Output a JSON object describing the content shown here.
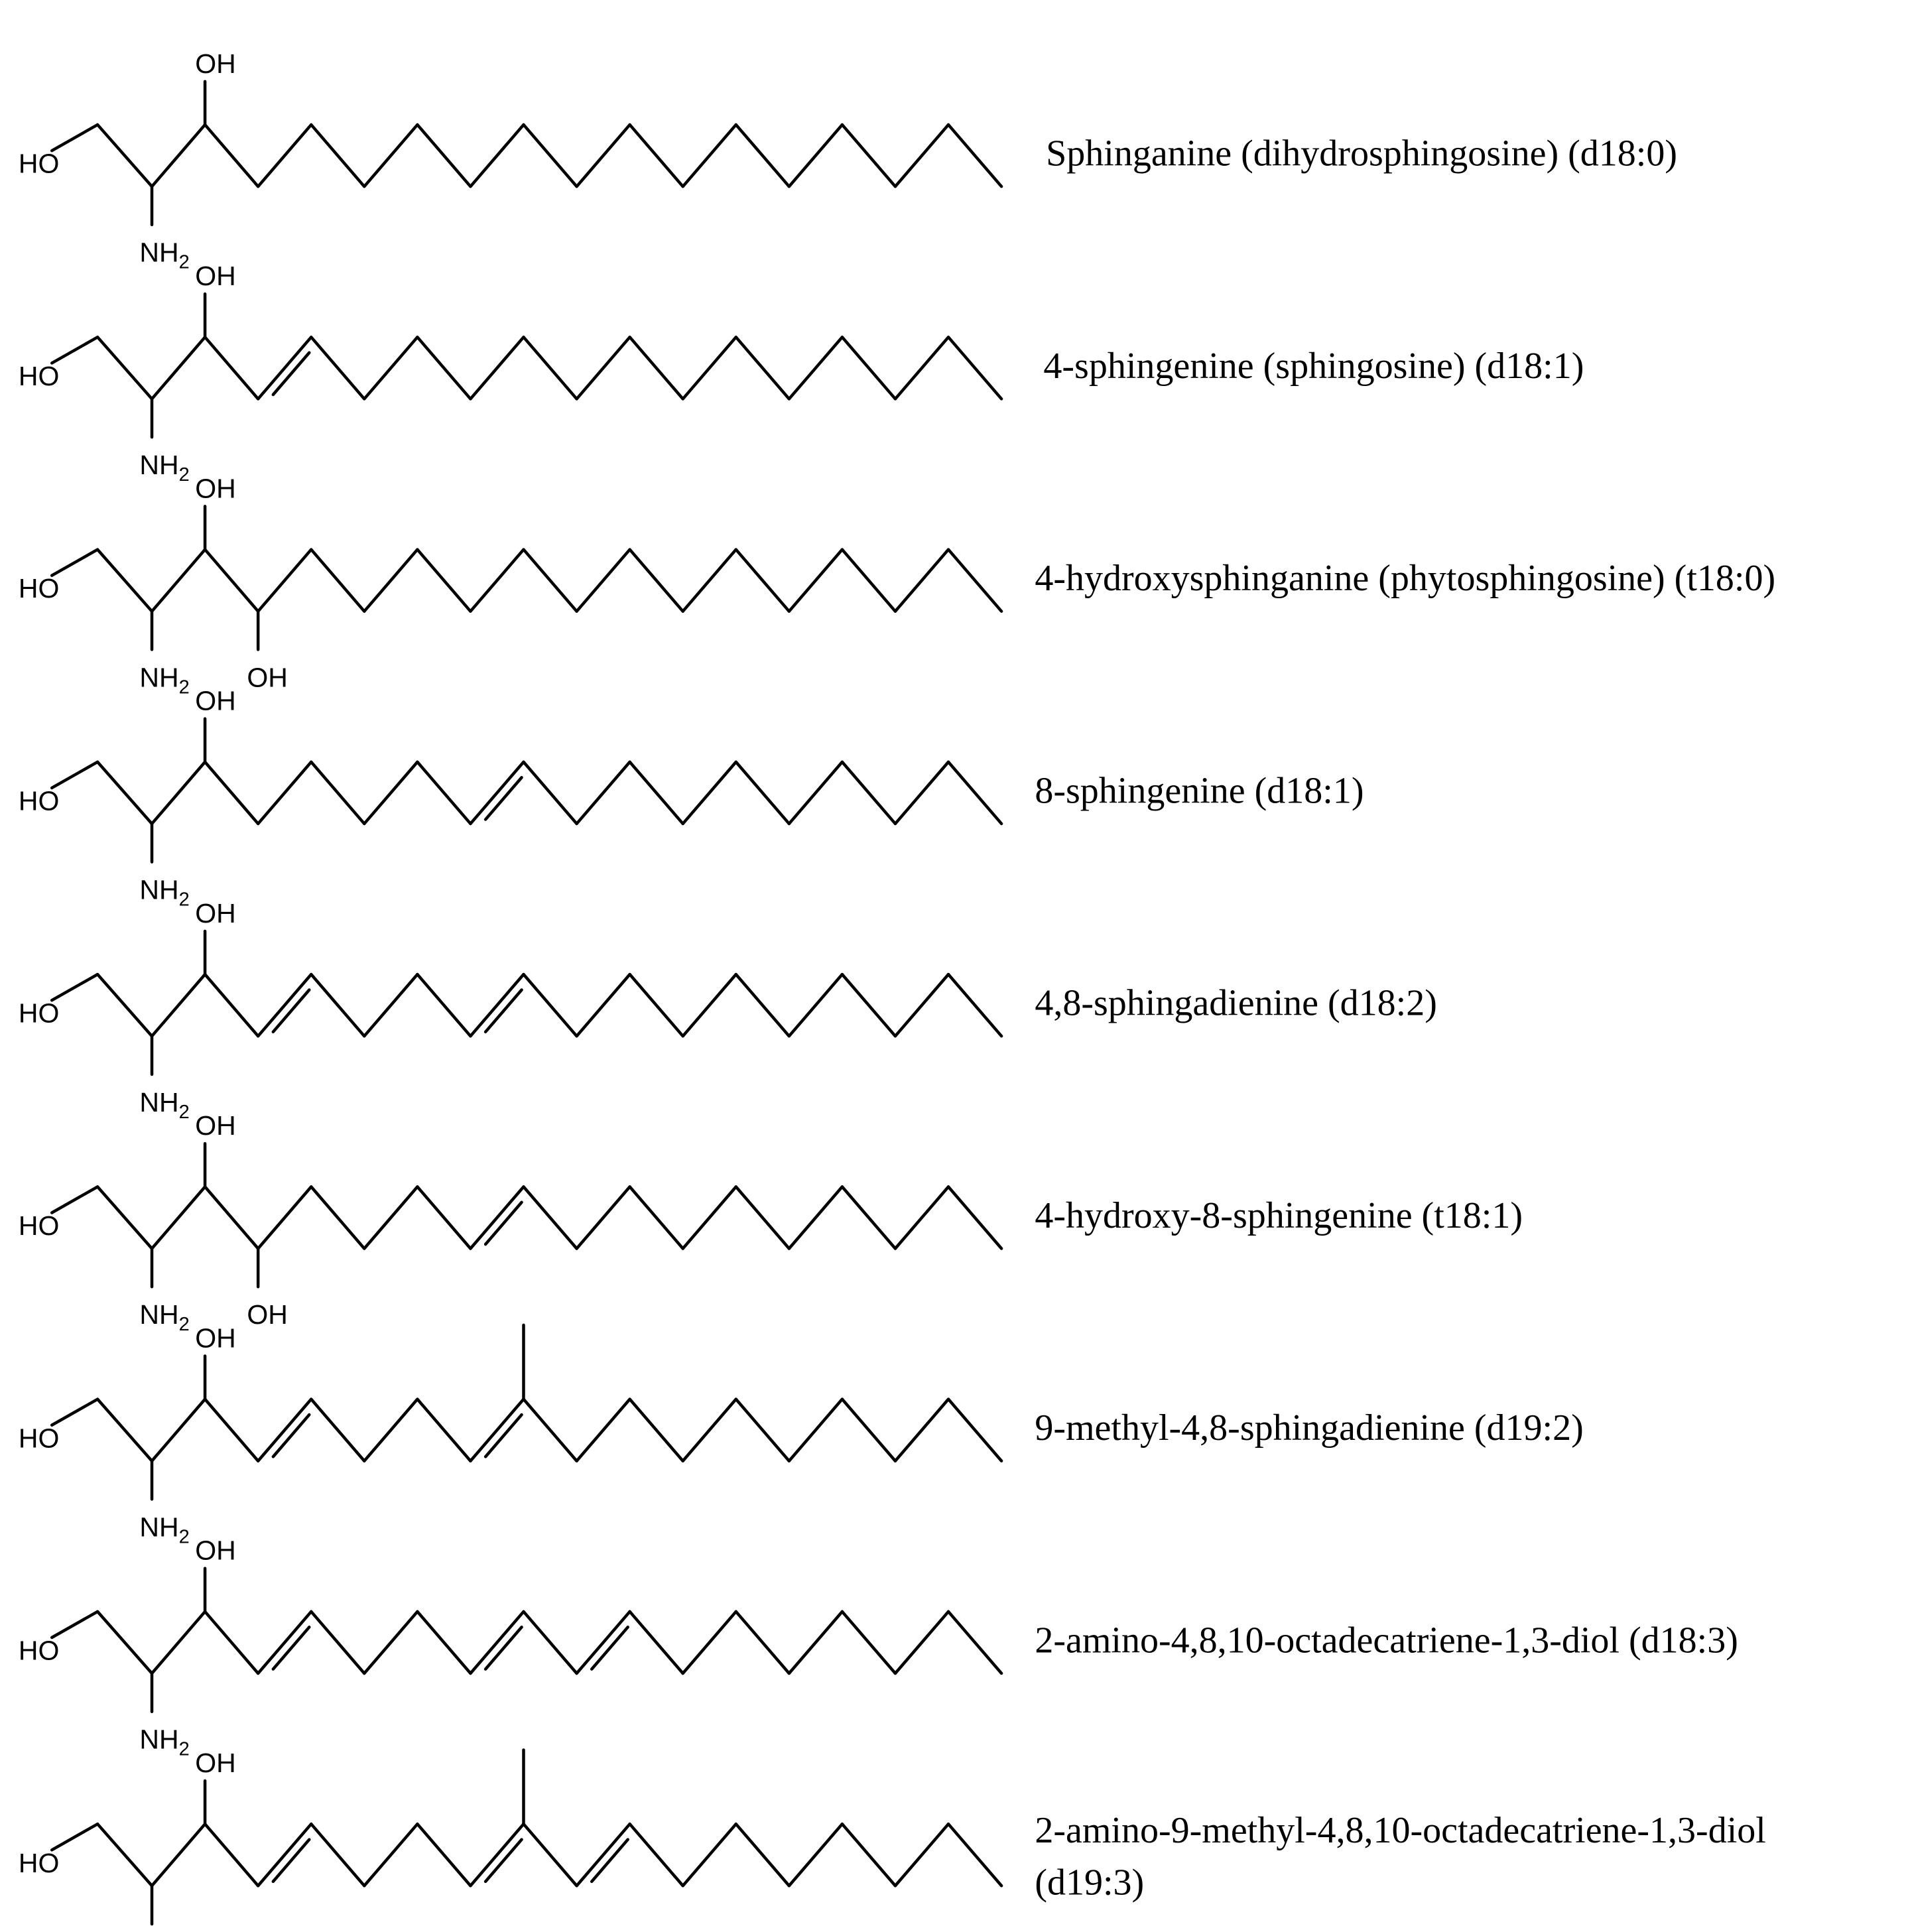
{
  "molecules": [
    {
      "name": "Sphinganine (dihydrosphingosine) (d18:0)",
      "chain_double_bonds": [],
      "chain_methyl_branches": [],
      "extra_hydroxyl_c4": false
    },
    {
      "name": "4-sphingenine (sphingosine) (d18:1)",
      "chain_double_bonds": [
        4
      ],
      "chain_methyl_branches": [],
      "extra_hydroxyl_c4": false
    },
    {
      "name": "4-hydroxysphinganine (phytosphingosine) (t18:0)",
      "chain_double_bonds": [],
      "chain_methyl_branches": [],
      "extra_hydroxyl_c4": true
    },
    {
      "name": "8-sphingenine (d18:1)",
      "chain_double_bonds": [
        8
      ],
      "chain_methyl_branches": [],
      "extra_hydroxyl_c4": false
    },
    {
      "name": "4,8-sphingadienine (d18:2)",
      "chain_double_bonds": [
        4,
        8
      ],
      "chain_methyl_branches": [],
      "extra_hydroxyl_c4": false
    },
    {
      "name": "4-hydroxy-8-sphingenine (t18:1)",
      "chain_double_bonds": [
        8
      ],
      "chain_methyl_branches": [],
      "extra_hydroxyl_c4": true
    },
    {
      "name": "9-methyl-4,8-sphingadienine (d19:2)",
      "chain_double_bonds": [
        4,
        8
      ],
      "chain_methyl_branches": [
        9
      ],
      "extra_hydroxyl_c4": false
    },
    {
      "name": "2-amino-4,8,10-octadecatriene-1,3-diol (d18:3)",
      "chain_double_bonds": [
        4,
        8,
        10
      ],
      "chain_methyl_branches": [],
      "extra_hydroxyl_c4": false
    },
    {
      "name": "2-amino-9-methyl-4,8,10-octadecatriene-1,3-diol\n(d19:3)",
      "chain_double_bonds": [
        4,
        8,
        10
      ],
      "chain_methyl_branches": [
        9
      ],
      "extra_hydroxyl_c4": false
    }
  ],
  "labels": {
    "ho_terminal": "HO",
    "oh": "OH",
    "nh": "NH",
    "nh_sub": "2"
  }
}
